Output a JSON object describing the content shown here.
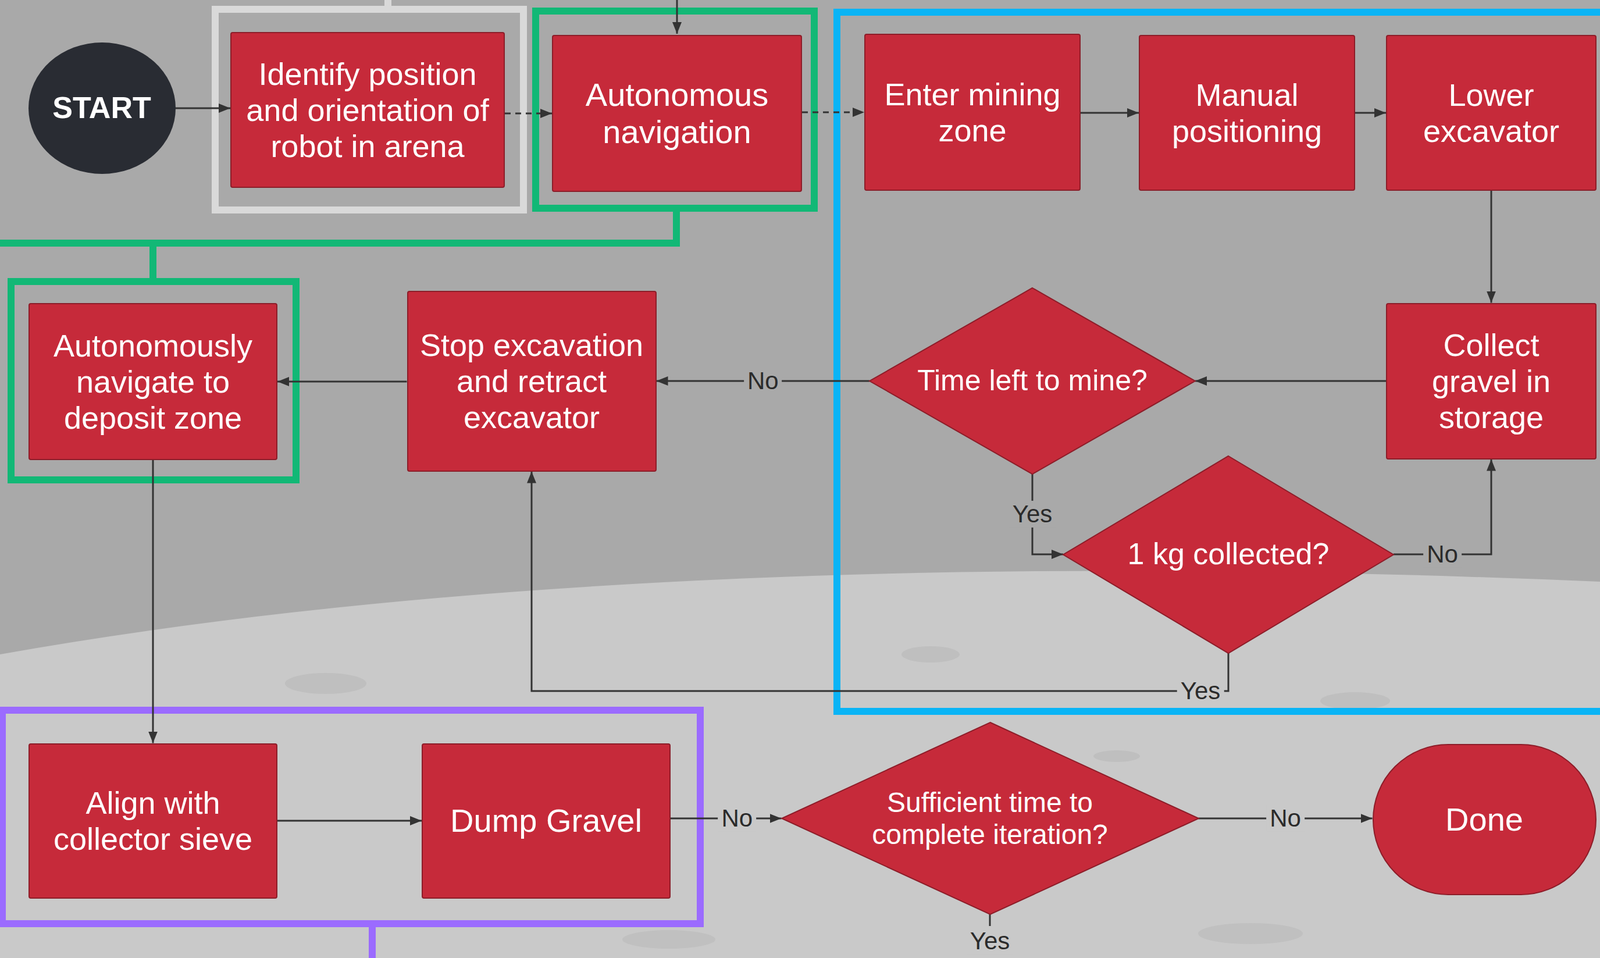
{
  "diagram": {
    "nodes": [
      {
        "text": [
          "START"
        ]
      },
      {
        "text": [
          "Identify position and orientation of robot in arena"
        ]
      },
      {
        "text": [
          "Autonomous navigation"
        ]
      },
      {
        "text": [
          "Enter mining zone"
        ]
      },
      {
        "text": [
          "Manual positioning"
        ]
      },
      {
        "text": [
          "Lower excavator"
        ]
      },
      {
        "text": [
          "Autonomously navigate to deposit zone"
        ]
      },
      {
        "text": [
          "Stop excavation and retract excavator"
        ]
      },
      {
        "text": [
          "Time left to mine?"
        ]
      },
      {
        "text": [
          "Collect gravel in storage"
        ]
      },
      {
        "text": [
          "1 kg collected?"
        ]
      },
      {
        "text": [
          "Align with collector sieve"
        ]
      },
      {
        "text": [
          "Dump Gravel"
        ]
      },
      {
        "text": [
          "Sufficient time to complete iteration?"
        ]
      },
      {
        "text": [
          "Done"
        ]
      }
    ],
    "edges": [
      {
        "from": 0,
        "to": 1,
        "arrow": "to"
      },
      {
        "from": 1,
        "to": 2,
        "arrow": "to"
      },
      {
        "from": 2,
        "to": 3,
        "arrow": "to"
      },
      {
        "from": 3,
        "to": 4,
        "arrow": "to"
      },
      {
        "from": 4,
        "to": 5,
        "arrow": "to"
      },
      {
        "from": 5,
        "to": 9,
        "arrow": "to"
      },
      {
        "from": 9,
        "to": 8,
        "arrow": "to"
      },
      {
        "from": 8,
        "to": 7,
        "label": "No",
        "arrow": "to"
      },
      {
        "from": 8,
        "to": 10,
        "label": "Yes",
        "arrow": "to"
      },
      {
        "from": 10,
        "to": 9,
        "label": "No",
        "arrow": "to"
      },
      {
        "from": 10,
        "to": 7,
        "label": "Yes",
        "arrow": "to"
      },
      {
        "from": 7,
        "to": 6,
        "arrow": "to"
      },
      {
        "from": 6,
        "to": 11,
        "arrow": "to"
      },
      {
        "from": 11,
        "to": 12,
        "arrow": "to"
      },
      {
        "from": 12,
        "to": 13,
        "label": "No",
        "arrow": "to"
      },
      {
        "from": 13,
        "to": 14,
        "label": "No",
        "arrow": "to"
      }
    ],
    "labels": [
      "Yes"
    ]
  }
}
